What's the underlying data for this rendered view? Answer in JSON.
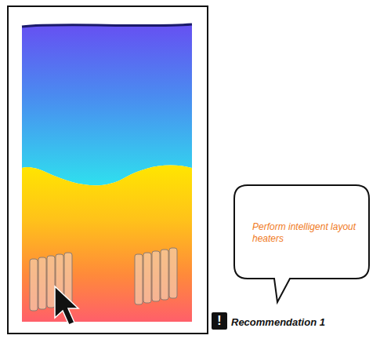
{
  "diagram": {
    "nodes": [
      {
        "text": [
          "Perform intelligent layout heaters"
        ]
      }
    ],
    "labels": [
      "!",
      "Recommendation 1"
    ]
  }
}
